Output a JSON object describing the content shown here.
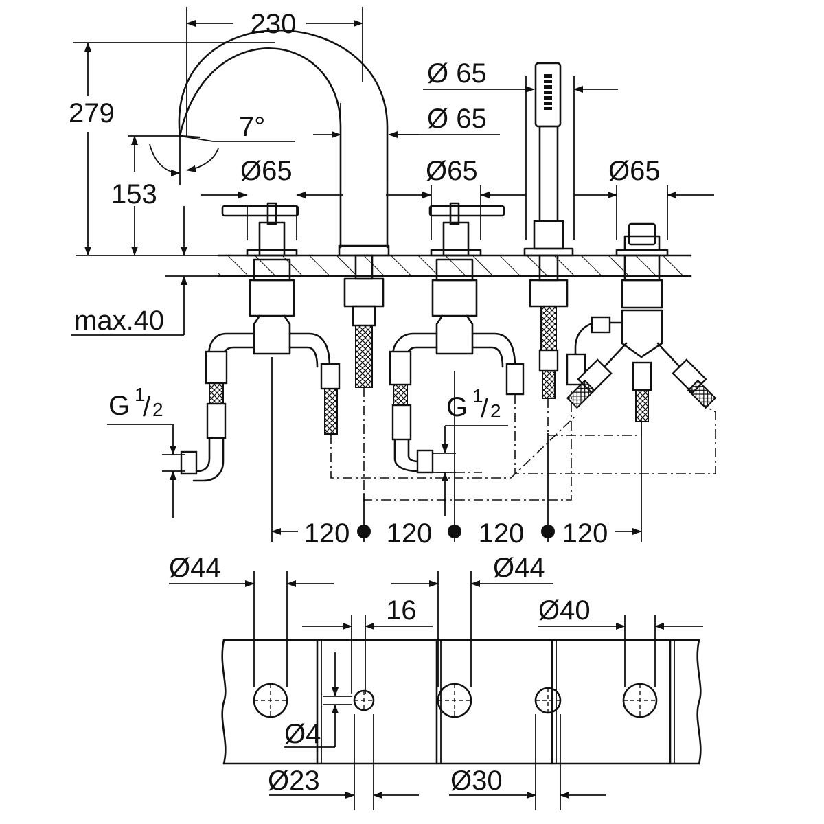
{
  "title": "",
  "colors": {
    "ink": "#111111",
    "paper": "#ffffff"
  },
  "dimensions": {
    "spout_reach": "230",
    "height_total": "279",
    "angle": "7°",
    "spout_height": "153",
    "base_hole_label_1": "Ø65",
    "base_hole_label_2": "Ø65",
    "base_hole_label_3": "Ø65",
    "spout_base_1": "Ø 65",
    "spout_base_2": "Ø 65",
    "deck_thickness": "max.40",
    "thread_left": "G",
    "thread_left_num": "1",
    "thread_left_den": "2",
    "thread_mid": "G",
    "thread_mid_num": "1",
    "thread_mid_den": "2",
    "spacing_1": "120",
    "spacing_2": "120",
    "spacing_3": "120",
    "spacing_4": "120",
    "cutout_44_left": "Ø44",
    "cutout_44_mid": "Ø44",
    "cutout_40": "Ø40",
    "offset_16": "16",
    "pin_4": "Ø4",
    "cutout_23": "Ø23",
    "cutout_30": "Ø30"
  }
}
